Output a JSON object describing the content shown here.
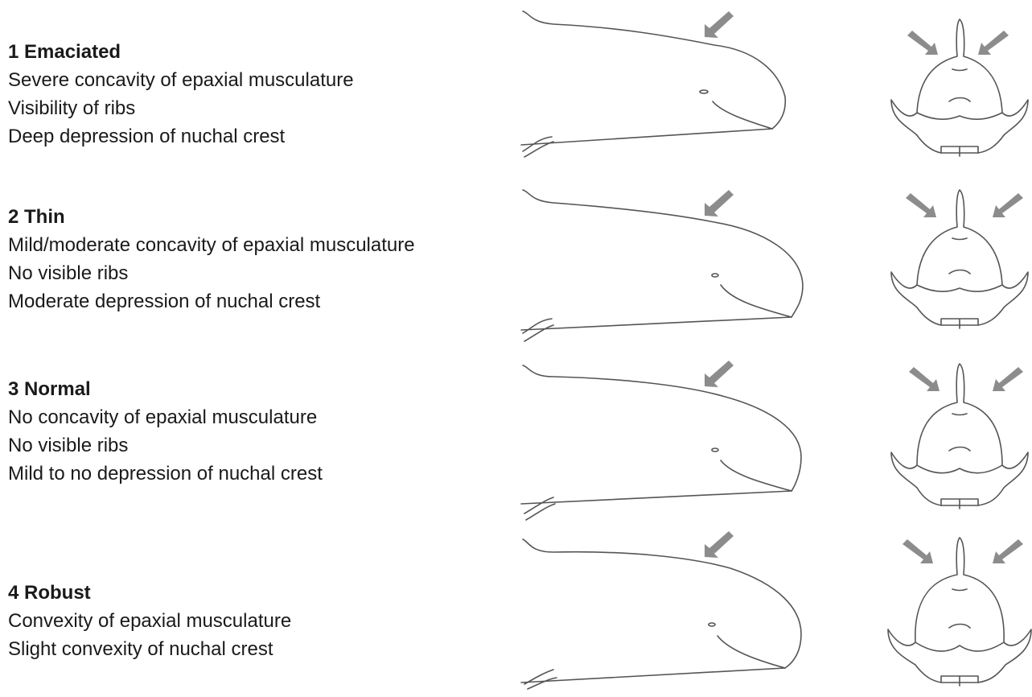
{
  "scores": [
    {
      "title": "1 Emaciated",
      "lines": [
        "Severe concavity of epaxial musculature",
        "Visibility of ribs",
        "Deep depression of nuchal crest"
      ]
    },
    {
      "title": "2 Thin",
      "lines": [
        "Mild/moderate concavity of epaxial musculature",
        "No visible ribs",
        "Moderate depression of nuchal crest"
      ]
    },
    {
      "title": "3 Normal",
      "lines": [
        "No concavity of epaxial musculature",
        "No visible ribs",
        "Mild to no depression of nuchal crest"
      ]
    },
    {
      "title": "4 Robust",
      "lines": [
        "Convexity of epaxial musculature",
        "Slight convexity of nuchal crest"
      ]
    }
  ],
  "colors": {
    "outline": "#555555",
    "arrow": "#8c8c8c",
    "text": "#1a1a1a"
  },
  "icons": {
    "pointer": "arrow-icon",
    "side_view": "dolphin-side-view-icon",
    "front_view": "dolphin-front-view-icon"
  }
}
